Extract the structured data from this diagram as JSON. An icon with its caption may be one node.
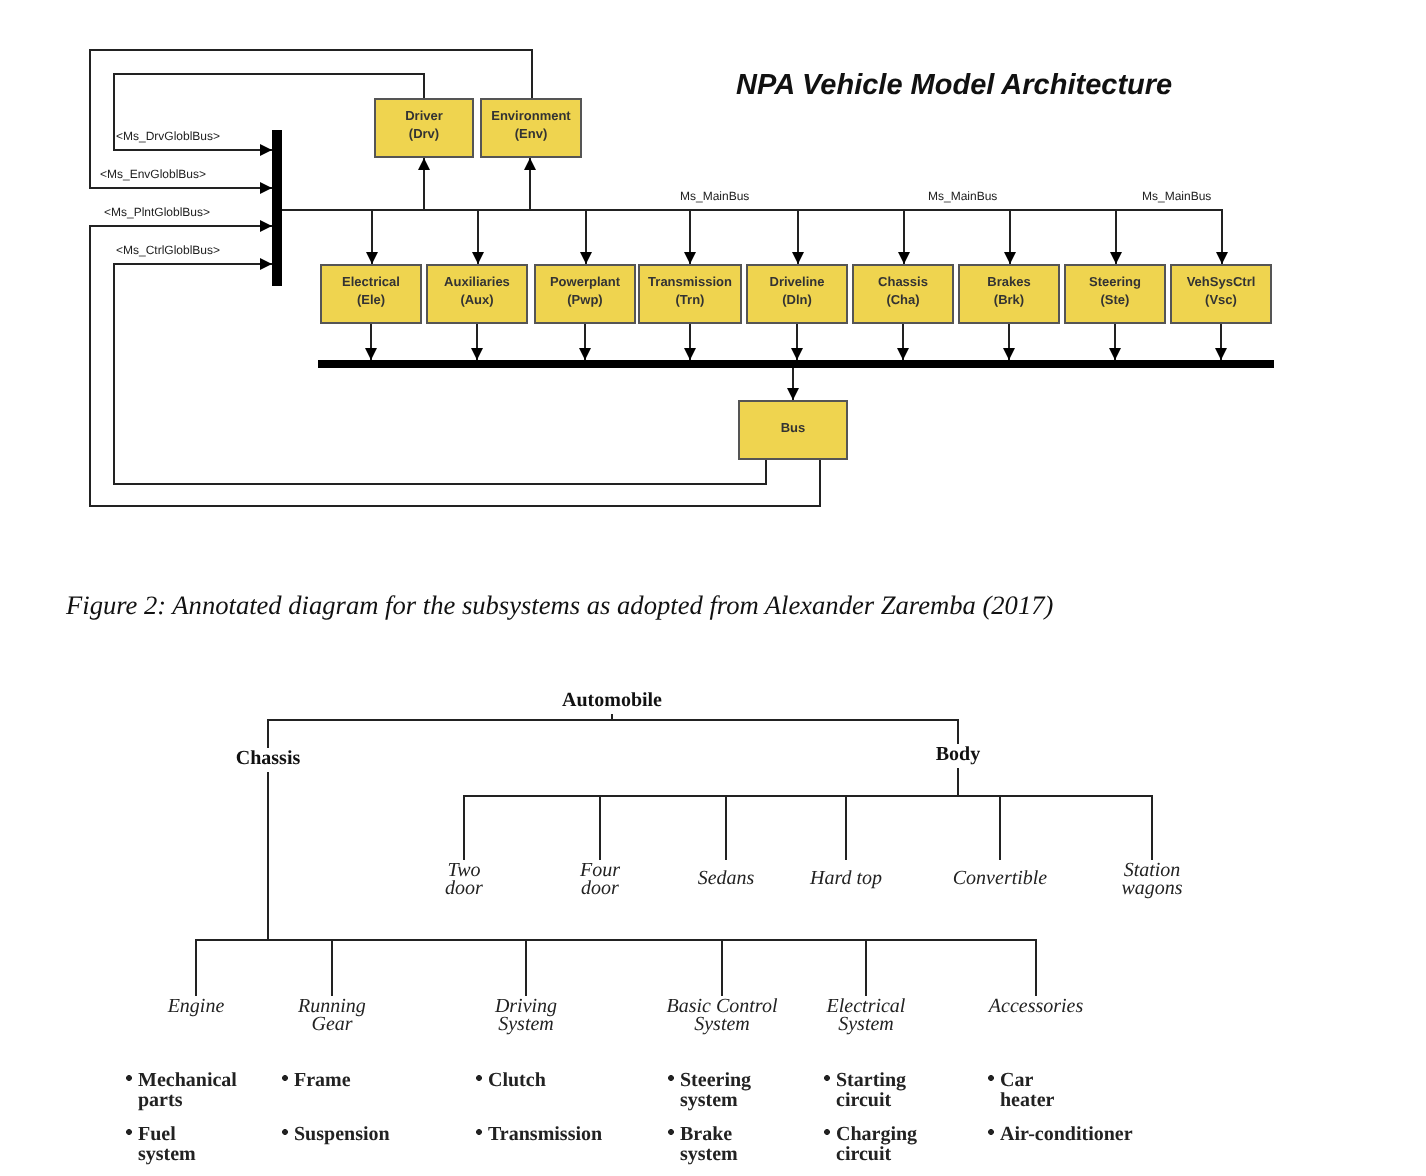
{
  "diagram": {
    "title": "NPA Vehicle Model Architecture",
    "caption": "Figure 2: Annotated diagram for the subsystems as adopted from Alexander Zaremba (2017)",
    "nodes": [
      {
        "text": [
          "Driver (Drv)"
        ]
      },
      {
        "text": [
          "Environment (Env)"
        ]
      },
      {
        "text": [
          "Electrical (Ele)"
        ]
      },
      {
        "text": [
          "Auxiliaries (Aux)"
        ]
      },
      {
        "text": [
          "Powerplant (Pwp)"
        ]
      },
      {
        "text": [
          "Transmission (Trn)"
        ]
      },
      {
        "text": [
          "Driveline (Dln)"
        ]
      },
      {
        "text": [
          "Chassis (Cha)"
        ]
      },
      {
        "text": [
          "Brakes (Brk)"
        ]
      },
      {
        "text": [
          "Steering (Ste)"
        ]
      },
      {
        "text": [
          "VehSysCtrl (Vsc)"
        ]
      },
      {
        "text": [
          "Bus"
        ]
      },
      {
        "text": [],
        "shape": "bar"
      },
      {
        "text": [],
        "shape": "bar"
      },
      {
        "text": [
          "Automobile"
        ]
      },
      {
        "text": [
          "Chassis"
        ]
      },
      {
        "text": [
          "Body"
        ]
      },
      {
        "text": [
          "Two door"
        ]
      },
      {
        "text": [
          "Four door"
        ]
      },
      {
        "text": [
          "Sedans"
        ]
      },
      {
        "text": [
          "Hard top"
        ]
      },
      {
        "text": [
          "Convertible"
        ]
      },
      {
        "text": [
          "Station wagons"
        ]
      },
      {
        "text": [
          "Engine"
        ]
      },
      {
        "text": [
          "Running Gear"
        ]
      },
      {
        "text": [
          "Driving System"
        ]
      },
      {
        "text": [
          "Basic Control System"
        ]
      },
      {
        "text": [
          "Electrical System"
        ]
      },
      {
        "text": [
          "Accessories"
        ]
      }
    ],
    "edges": [
      {
        "from": 0,
        "to": 12,
        "arrow": "to",
        "label": "<Ms_DrvGloblBus>"
      },
      {
        "from": 1,
        "to": 12,
        "arrow": "to",
        "label": "<Ms_EnvGloblBus>"
      },
      {
        "from": 11,
        "to": 12,
        "arrow": "to",
        "label": "<Ms_PlntGloblBus>"
      },
      {
        "from": 11,
        "to": 12,
        "arrow": "to",
        "label": "<Ms_CtrlGloblBus>"
      },
      {
        "from": 12,
        "to": 0,
        "arrow": "to"
      },
      {
        "from": 12,
        "to": 1,
        "arrow": "to"
      },
      {
        "from": 12,
        "to": 2,
        "arrow": "to"
      },
      {
        "from": 12,
        "to": 3,
        "arrow": "to"
      },
      {
        "from": 12,
        "to": 4,
        "arrow": "to"
      },
      {
        "from": 12,
        "to": 5,
        "arrow": "to"
      },
      {
        "from": 12,
        "to": 6,
        "arrow": "to"
      },
      {
        "from": 12,
        "to": 7,
        "arrow": "to"
      },
      {
        "from": 12,
        "to": 8,
        "arrow": "to"
      },
      {
        "from": 12,
        "to": 9,
        "arrow": "to"
      },
      {
        "from": 12,
        "to": 10,
        "arrow": "to"
      },
      {
        "from": 2,
        "to": 13,
        "arrow": "to"
      },
      {
        "from": 3,
        "to": 13,
        "arrow": "to"
      },
      {
        "from": 4,
        "to": 13,
        "arrow": "to"
      },
      {
        "from": 5,
        "to": 13,
        "arrow": "to"
      },
      {
        "from": 6,
        "to": 13,
        "arrow": "to"
      },
      {
        "from": 7,
        "to": 13,
        "arrow": "to"
      },
      {
        "from": 8,
        "to": 13,
        "arrow": "to"
      },
      {
        "from": 9,
        "to": 13,
        "arrow": "to"
      },
      {
        "from": 10,
        "to": 13,
        "arrow": "to"
      },
      {
        "from": 13,
        "to": 11,
        "arrow": "to"
      },
      {
        "from": 14,
        "to": 15,
        "arrow": "none"
      },
      {
        "from": 14,
        "to": 16,
        "arrow": "none"
      },
      {
        "from": 16,
        "to": 17,
        "arrow": "none"
      },
      {
        "from": 16,
        "to": 18,
        "arrow": "none"
      },
      {
        "from": 16,
        "to": 19,
        "arrow": "none"
      },
      {
        "from": 16,
        "to": 20,
        "arrow": "none"
      },
      {
        "from": 16,
        "to": 21,
        "arrow": "none"
      },
      {
        "from": 16,
        "to": 22,
        "arrow": "none"
      },
      {
        "from": 15,
        "to": 23,
        "arrow": "none"
      },
      {
        "from": 15,
        "to": 24,
        "arrow": "none"
      },
      {
        "from": 15,
        "to": 25,
        "arrow": "none"
      },
      {
        "from": 15,
        "to": 26,
        "arrow": "none"
      },
      {
        "from": 15,
        "to": 27,
        "arrow": "none"
      },
      {
        "from": 15,
        "to": 28,
        "arrow": "none"
      }
    ],
    "labels": [
      "Ms_MainBus",
      "Ms_MainBus",
      "Ms_MainBus",
      "Mechanical parts",
      "Frame",
      "Clutch",
      "Steering system",
      "Starting circuit",
      "Car heater",
      "Fuel system",
      "Suspension",
      "Transmission",
      "Brake system",
      "Charging circuit",
      "Air-conditioner"
    ]
  }
}
